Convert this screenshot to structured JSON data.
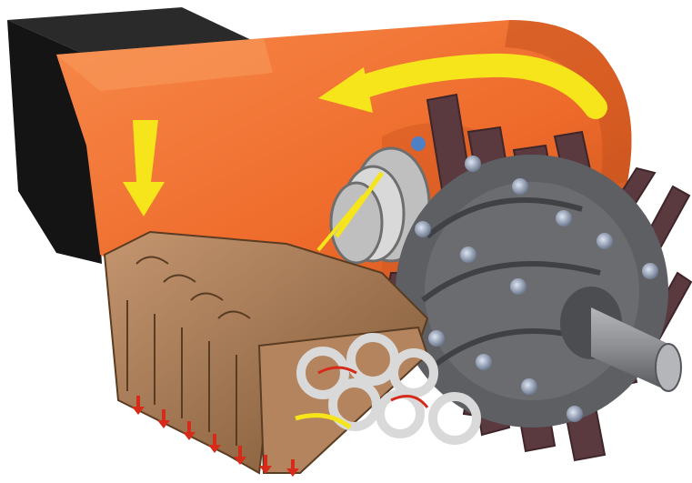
{
  "illustration": {
    "colors": {
      "housing": "#ee6a2a",
      "housing_light": "#f7894a",
      "housing_dark": "#c2501c",
      "hopper": "#1c1c1c",
      "manifold": "#a77a52",
      "manifold_dark": "#7d5634",
      "flow_arrow": "#f7e51c",
      "red_arrow": "#d62b1b",
      "blade": "#5a3a3e",
      "blade_edge": "#3e2529",
      "rotor": "#5d5f63",
      "bolt": "#a8b3c7",
      "shaft": "#8a8c90",
      "coil": "#d9d9d9"
    },
    "icons": [
      "hopper",
      "orange-housing",
      "curved-flow-arrow",
      "down-flow-arrow",
      "rotor-blades",
      "hub-bolts",
      "drive-shaft",
      "vent-manifold",
      "spiral-coils",
      "red-outlet-arrows"
    ]
  }
}
